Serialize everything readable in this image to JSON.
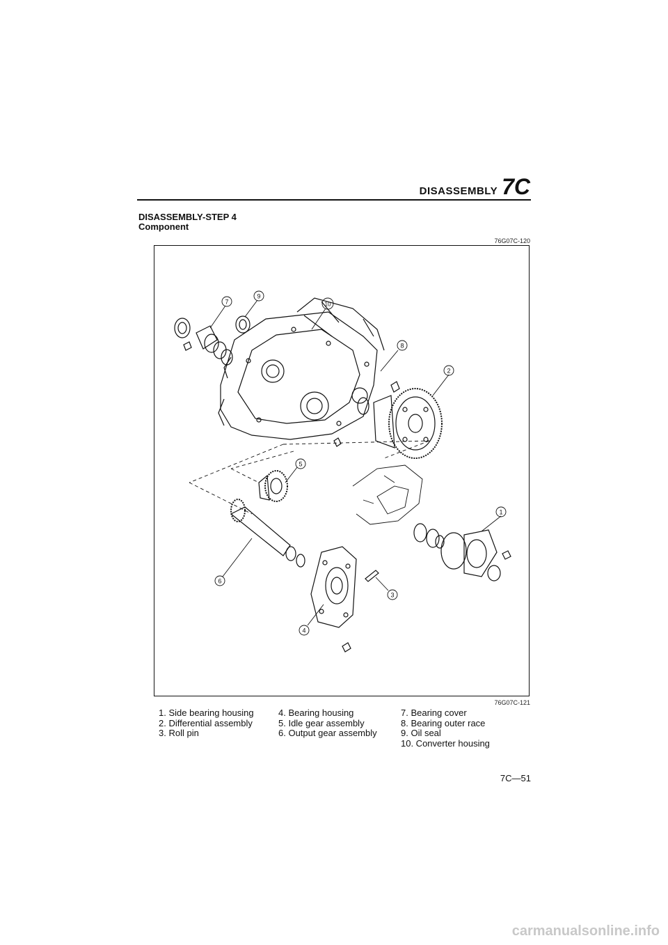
{
  "header": {
    "section_word": "DISASSEMBLY",
    "section_code": "7C"
  },
  "title": {
    "line1": "DISASSEMBLY-STEP 4",
    "line2": "Component"
  },
  "figure": {
    "ref_top": "76G07C-120",
    "ref_bottom": "76G07C-121",
    "callouts": [
      "1",
      "2",
      "3",
      "4",
      "5",
      "6",
      "7",
      "8",
      "9",
      "10"
    ]
  },
  "legend": {
    "col1": [
      "1. Side bearing housing",
      "2. Differential assembly",
      "3. Roll pin"
    ],
    "col2": [
      "4. Bearing housing",
      "5. Idle gear assembly",
      "6. Output gear assembly"
    ],
    "col3": [
      "7. Bearing cover",
      "8. Bearing outer race",
      "9. Oil seal",
      "10. Converter housing"
    ]
  },
  "page_number": "7C—51",
  "watermark": "carmanualsonline.info"
}
